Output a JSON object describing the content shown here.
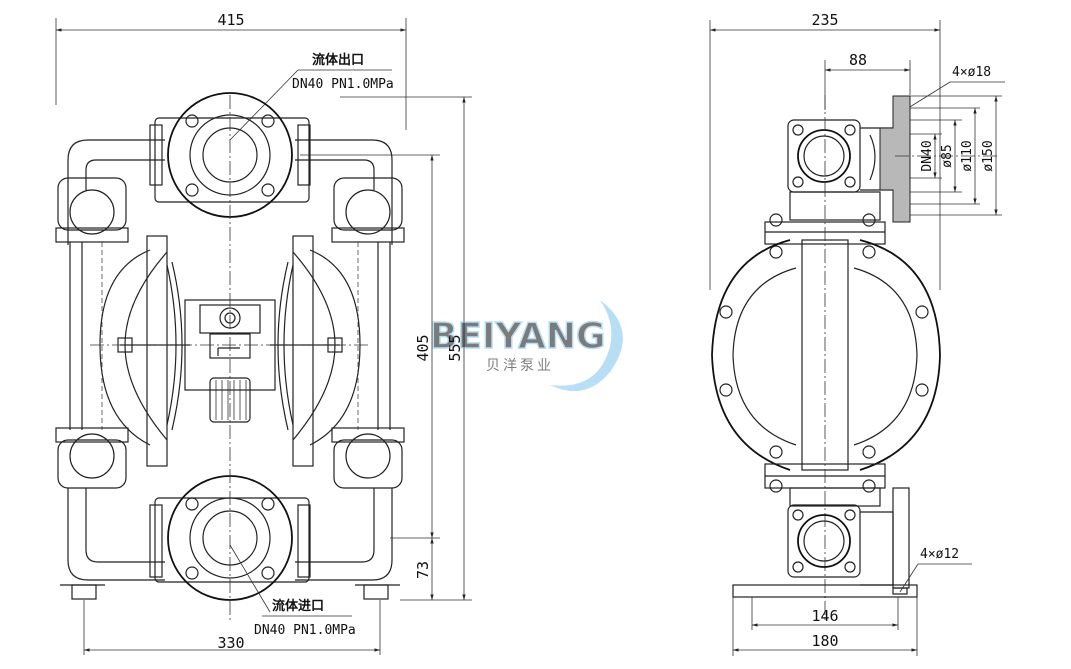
{
  "front_view": {
    "width_dim": "415",
    "height_dim_405": "405",
    "height_dim_555": "555",
    "foot_dim_73": "73",
    "base_dim_330": "330",
    "outlet_label": "流体出口",
    "outlet_spec": "DN40 PN1.0MPa",
    "inlet_label": "流体进口",
    "inlet_spec": "DN40 PN1.0MPa"
  },
  "side_view": {
    "width_dim": "235",
    "offset_dim": "88",
    "bolt_top": "4×ø18",
    "flange_dn": "DN40",
    "flange_d85": "ø85",
    "flange_d110": "ø110",
    "flange_d150": "ø150",
    "bolt_bottom": "4×ø12",
    "foot_dim_146": "146",
    "foot_dim_180": "180"
  },
  "watermark": {
    "brand": "BEIYANG",
    "brand_cn": "贝洋泵业",
    "color": "#7ec4ec"
  }
}
